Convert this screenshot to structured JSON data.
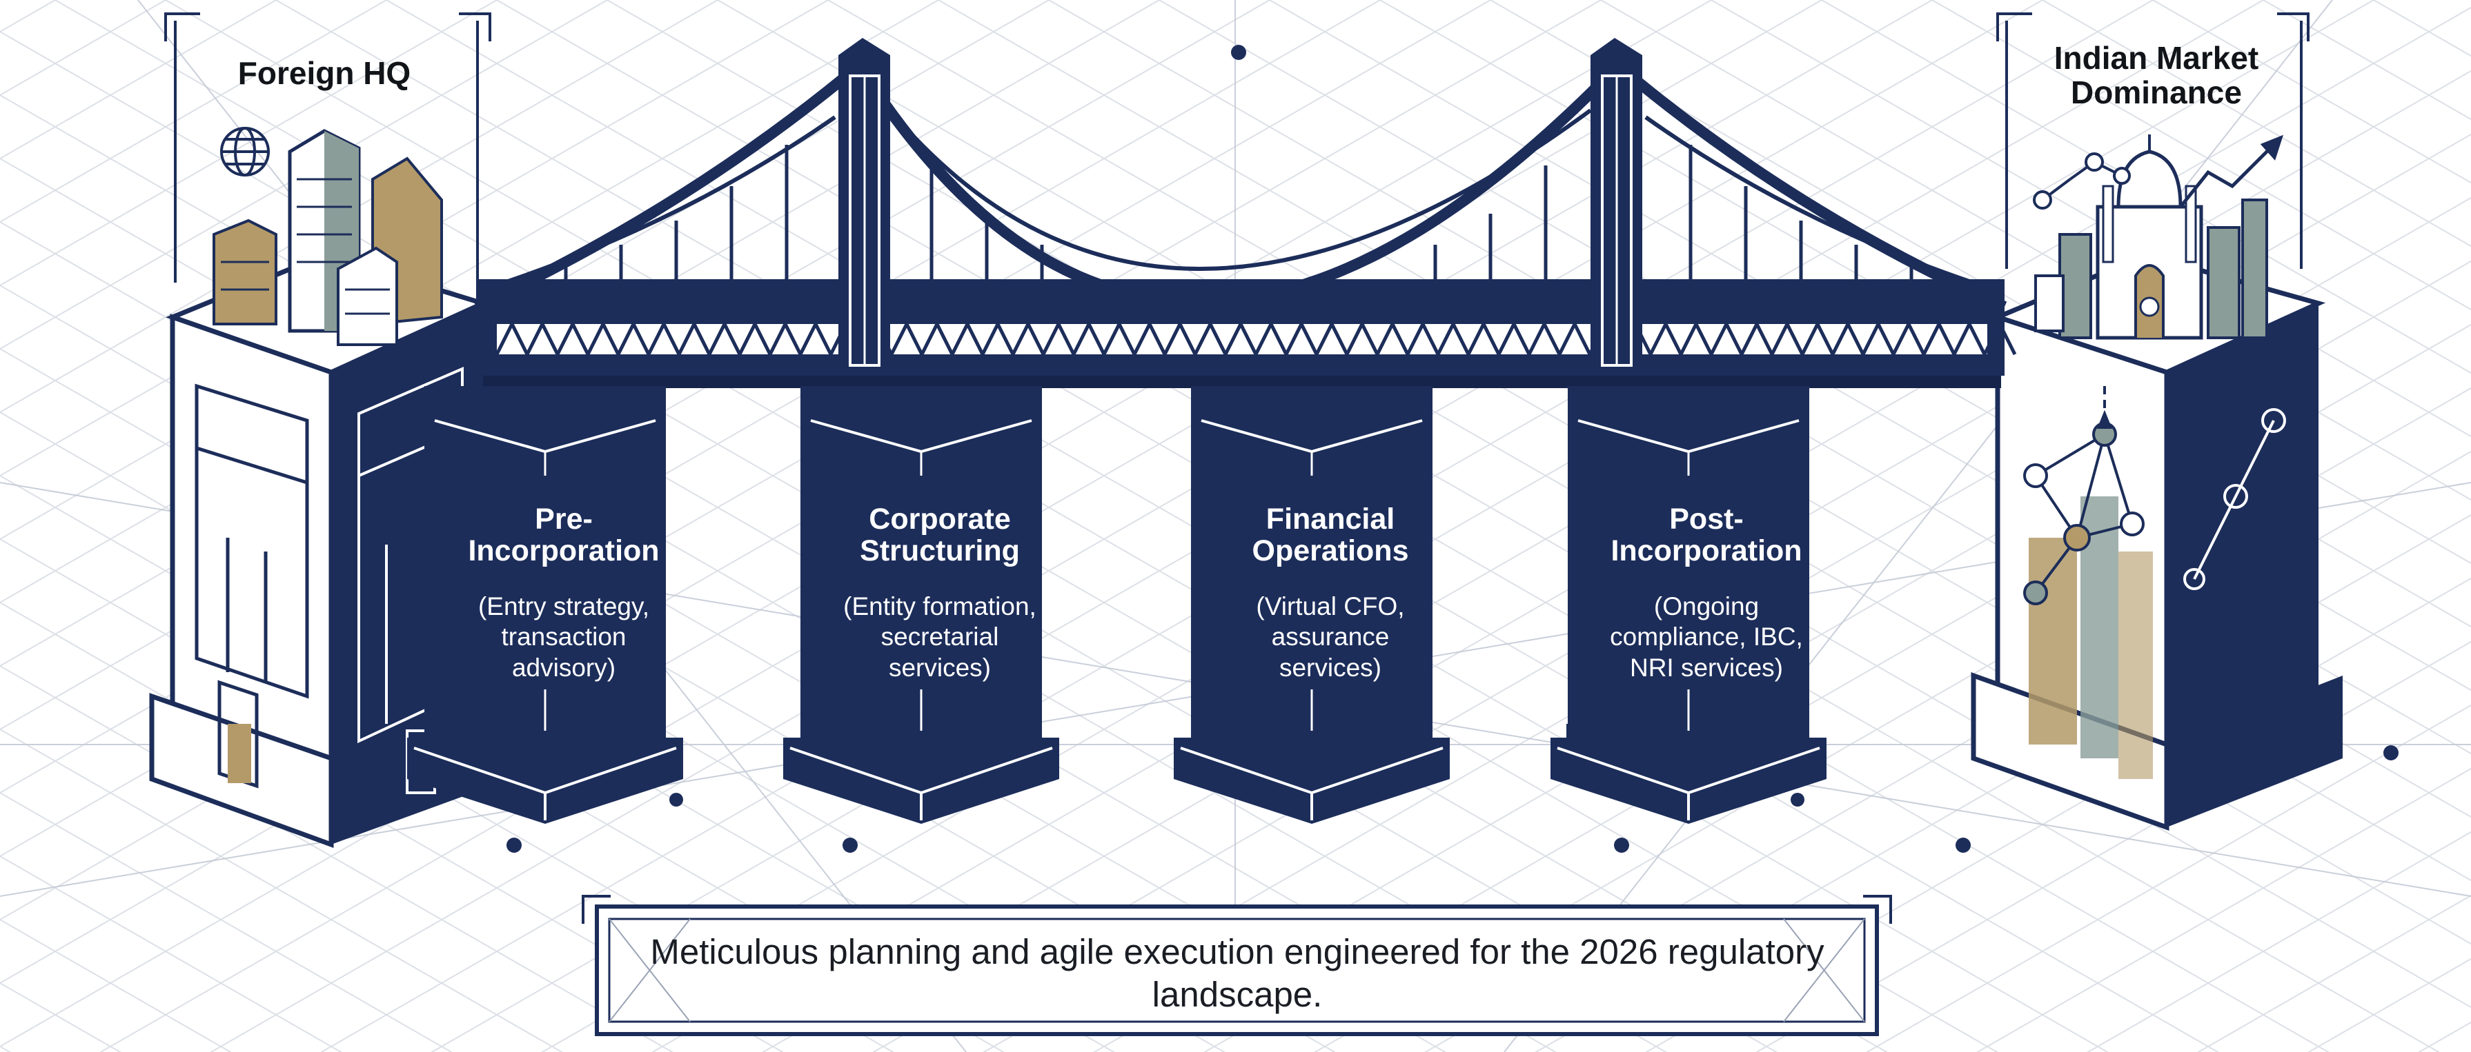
{
  "left_end": {
    "label": "Foreign HQ"
  },
  "right_end": {
    "label": "Indian Market Dominance"
  },
  "pillars": [
    {
      "title": "Pre-Incorporation",
      "subtitle": "(Entry strategy, transaction advisory)"
    },
    {
      "title": "Corporate Structuring",
      "subtitle": "(Entity formation, secretarial services)"
    },
    {
      "title": "Financial Operations",
      "subtitle": "(Virtual CFO, assurance services)"
    },
    {
      "title": "Post-Incorporation",
      "subtitle": "(Ongoing compliance, IBC, NRI services)"
    }
  ],
  "caption": "Meticulous planning and agile execution engineered for the 2026 regulatory landscape.",
  "colors": {
    "navy": "#1c2d5a",
    "gold": "#b39a68",
    "sage": "#8a9d98",
    "grid": "#c9ced8"
  }
}
